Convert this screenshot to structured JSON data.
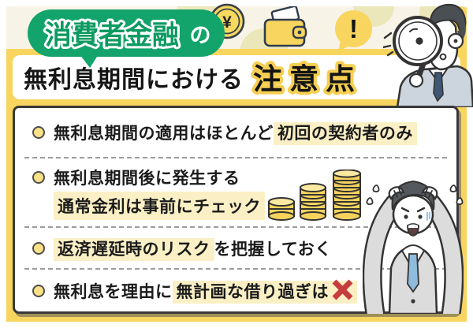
{
  "header": {
    "badge_highlight": "消費者金融",
    "badge_suffix": "の",
    "title_main": "無利息期間における",
    "title_accent": "注意点"
  },
  "items": {
    "i1": {
      "pre": "無利息期間の適用はほとんど",
      "hl": "初回の契約者のみ"
    },
    "i2": {
      "line1": "無利息期間後に発生する",
      "line2_hl": "通常金利は事前にチェック"
    },
    "i3": {
      "hl": "返済遅延時のリスク",
      "post": "を把握しておく"
    },
    "i4": {
      "pre": "無利息を理由に",
      "hl": "無計画な借り過ぎは"
    }
  },
  "icons": {
    "yen_symbol": "¥",
    "exclamation": "!",
    "cross": "x-mark"
  },
  "colors": {
    "badge_green": "#12a46b",
    "panel_yellow": "#f8d55f",
    "highlight_yellow": "#fbf0c5",
    "cross_red": "#c53d3d",
    "background_cream": "#f7f3e7"
  }
}
